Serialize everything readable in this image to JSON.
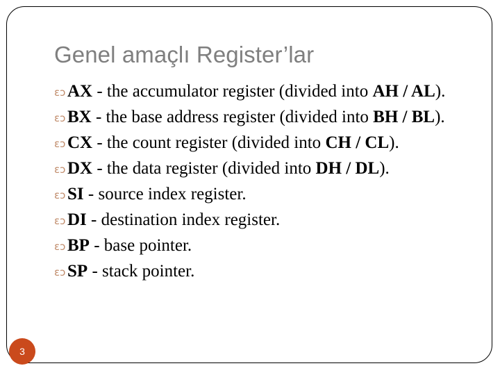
{
  "slide": {
    "title": "Genel amaçlı Register’lar",
    "page_number": "3",
    "bullet_glyph": "εɔ",
    "bullet_color": "#c08b6a",
    "title_color": "#7f7f7f",
    "badge_color": "#ca4a1c",
    "border_color": "#000000",
    "background_color": "#ffffff",
    "bullets": [
      {
        "register": "AX",
        "description": " - the accumulator register (divided into ",
        "sub_registers": "AH / AL",
        "suffix": ")."
      },
      {
        "register": "BX",
        "description": " - the base address register (divided into ",
        "sub_registers": "BH / BL",
        "suffix": ")."
      },
      {
        "register": "CX",
        "description": " - the count register (divided into ",
        "sub_registers": "CH / CL",
        "suffix": ")."
      },
      {
        "register": "DX",
        "description": " - the data register (divided into ",
        "sub_registers": "DH / DL",
        "suffix": ")."
      },
      {
        "register": "SI",
        "description": " - source index register.",
        "sub_registers": "",
        "suffix": ""
      },
      {
        "register": "DI",
        "description": " - destination index register.",
        "sub_registers": "",
        "suffix": ""
      },
      {
        "register": "BP",
        "description": " - base pointer.",
        "sub_registers": "",
        "suffix": ""
      },
      {
        "register": "SP",
        "description": " - stack pointer.",
        "sub_registers": "",
        "suffix": ""
      }
    ]
  }
}
